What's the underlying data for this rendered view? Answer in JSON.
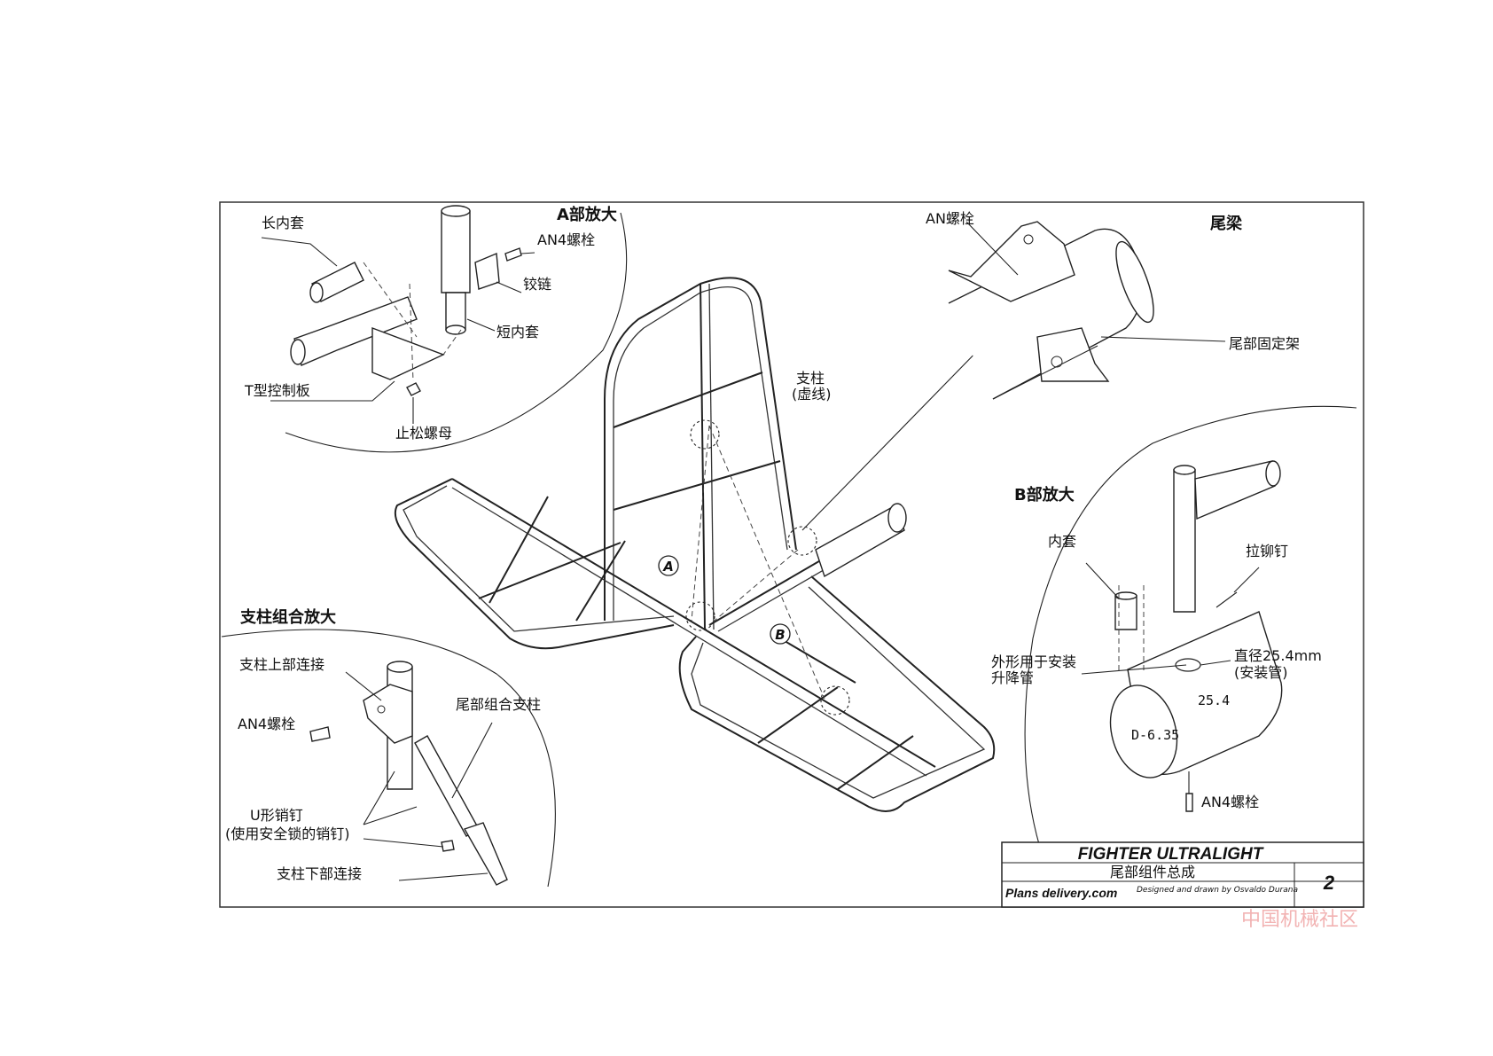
{
  "details": {
    "a": {
      "heading": "A部放大",
      "labels": {
        "long_sleeve": "长内套",
        "an4_bolt": "AN4螺栓",
        "hinge": "铰链",
        "short_sleeve": "短内套",
        "t_plate": "T型控制板",
        "lock_nut": "止松螺母"
      }
    },
    "tail_beam": {
      "heading": "尾梁",
      "labels": {
        "an_bolt": "AN螺栓",
        "tail_bracket": "尾部固定架"
      }
    },
    "strut": {
      "label_line1": "支柱",
      "label_line2": "(虚线)"
    },
    "b": {
      "heading": "B部放大",
      "labels": {
        "inner_sleeve": "内套",
        "rivet": "拉铆钉",
        "hole_line1": "外形用于安装",
        "hole_line2": "升降管",
        "diameter_line1": "直径25.4mm",
        "diameter_line2": "(安装管)",
        "dim_25": "25.4",
        "dim_d": "D-6.35",
        "an4_bolt": "AN4螺栓"
      }
    },
    "strut_assembly": {
      "heading": "支柱组合放大",
      "labels": {
        "upper_joint": "支柱上部连接",
        "an4_bolt": "AN4螺栓",
        "tail_strut": "尾部组合支柱",
        "u_pin_line1": "U形销钉",
        "u_pin_line2": "(使用安全锁的销钉)",
        "lower_joint": "支柱下部连接"
      }
    },
    "markers": {
      "a": "A",
      "b": "B"
    }
  },
  "title_block": {
    "title": "FIGHTER ULTRALIGHT",
    "subtitle": "尾部组件总成",
    "site": "Plans delivery.com",
    "credit": "Designed and drawn by Osvaldo Durana",
    "sheet_number": "2"
  },
  "watermark": "中国机械社区"
}
